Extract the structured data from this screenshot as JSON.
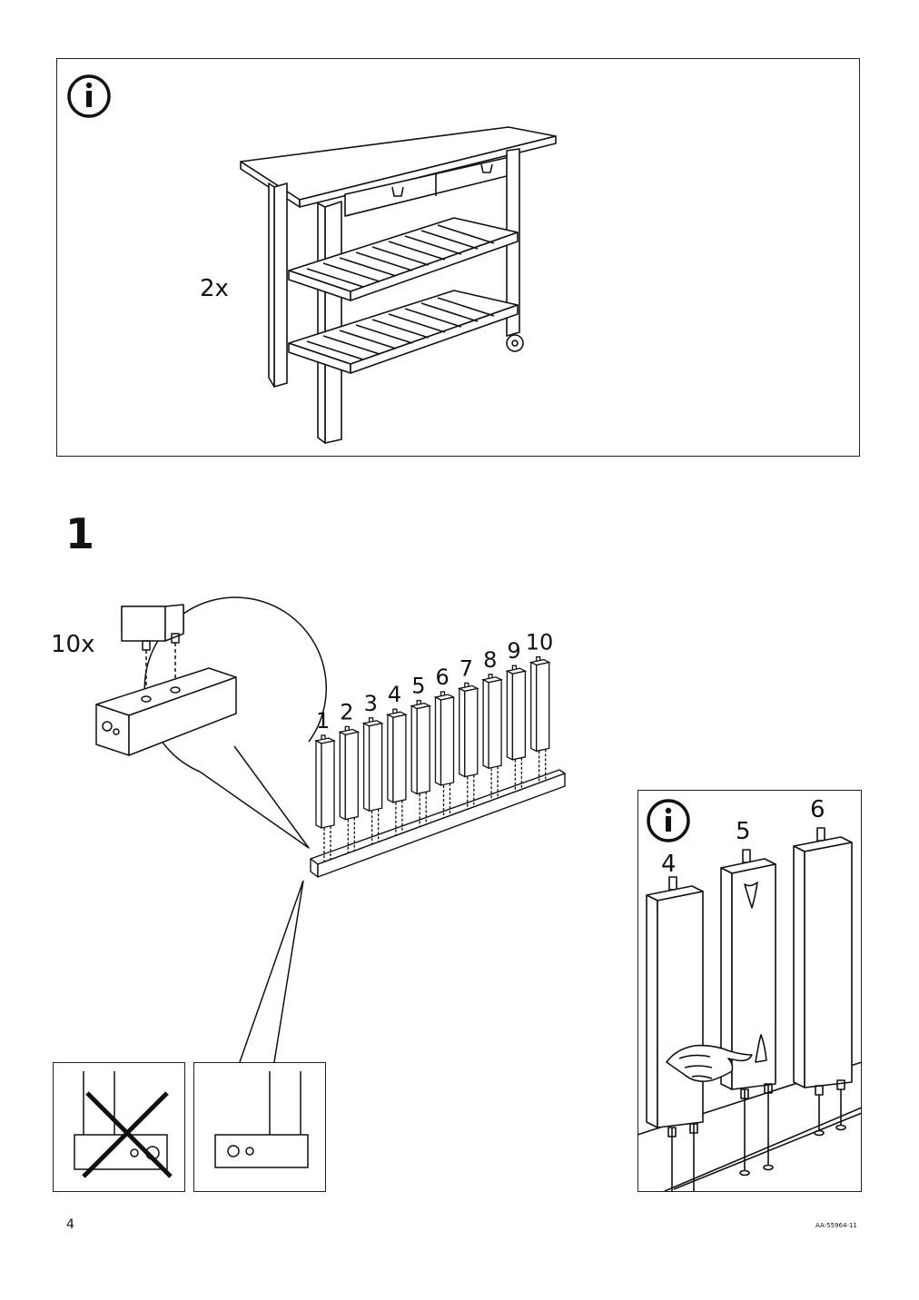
{
  "info_panel": {
    "quantity": "2x"
  },
  "step": {
    "number": "1"
  },
  "detail": {
    "quantity": "10x"
  },
  "leg_numbers": [
    "1",
    "2",
    "3",
    "4",
    "5",
    "6",
    "7",
    "8",
    "9",
    "10"
  ],
  "info_panel_2": {
    "labels": [
      "4",
      "5",
      "6"
    ]
  },
  "footer": {
    "page_number": "4",
    "doc_code": "AA-55964-11"
  }
}
